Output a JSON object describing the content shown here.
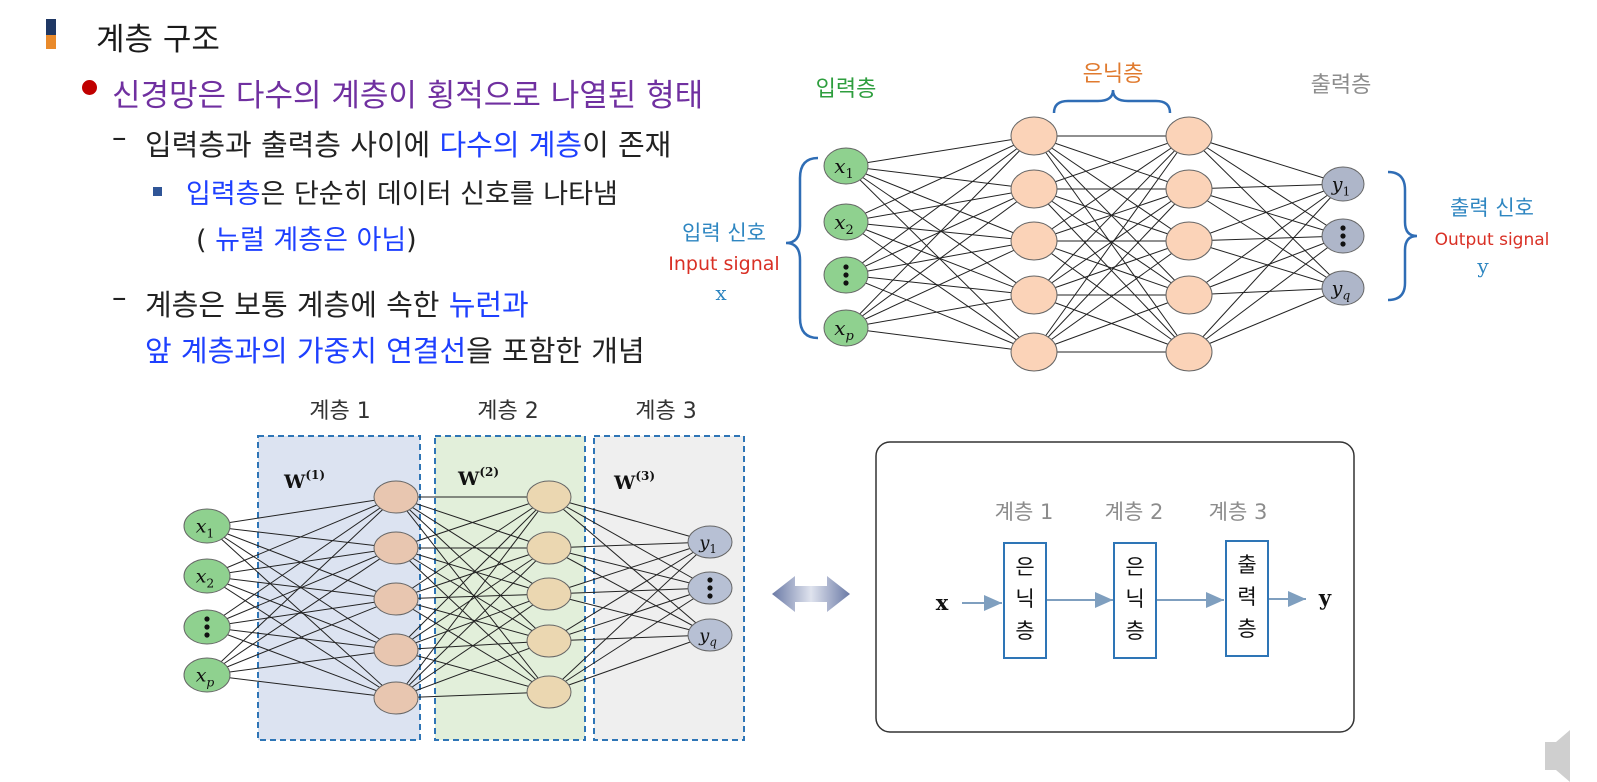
{
  "slide": {
    "title": "계층 구조",
    "bullet1": "신경망은 다수의 계층이 횡적으로 나열된 형태",
    "sub1": {
      "a": "입력층과 출력층 사이에 ",
      "b": "다수의 계층",
      "c": "이 존재"
    },
    "sub1_item": {
      "a": "입력층",
      "b": "은 단순히 데이터 신호를 나타냄",
      "line2_open": "( ",
      "line2_blue": "뉴럴 계층은 아님",
      "line2_close": ")"
    },
    "sub2": {
      "a": "계층은 보통  계층에 속한 ",
      "b": "뉴런과",
      "c": "앞 계층과의 가중치 연결선",
      "d": "을 포함한 개념"
    }
  },
  "top_network": {
    "input_layer_label": "입력층",
    "hidden_layer_label": "은닉층",
    "output_layer_label": "출력층",
    "input_signal_ko": "입력 신호",
    "input_signal_en": "Input signal",
    "input_signal_var": "x",
    "output_signal_ko": "출력 신호",
    "output_signal_en": "Output signal",
    "output_signal_var": "y",
    "input_nodes": [
      "x1",
      "x2",
      "⋮",
      "xp"
    ],
    "output_nodes": [
      "y1",
      "⋮",
      "yq"
    ],
    "hidden_nodes_per_layer": 5
  },
  "bottom_network": {
    "layer_labels": [
      "계층 1",
      "계층 2",
      "계층 3"
    ],
    "weights": [
      "W(1)",
      "W(2)",
      "W(3)"
    ]
  },
  "block_diagram": {
    "layer_labels": [
      "계층 1",
      "계층 2",
      "계층 3"
    ],
    "input": "x",
    "output": "y",
    "boxes": [
      "은닉층",
      "은닉층",
      "출력층"
    ]
  },
  "colors": {
    "input_node": "#8fd18f",
    "hidden_node": "#fbd3b8",
    "output_node": "#aeb6c9",
    "layer1_box": "#dce3f1",
    "layer2_box": "#e2efda",
    "layer3_box": "#efefef",
    "dash_border": "#2e75b6"
  }
}
